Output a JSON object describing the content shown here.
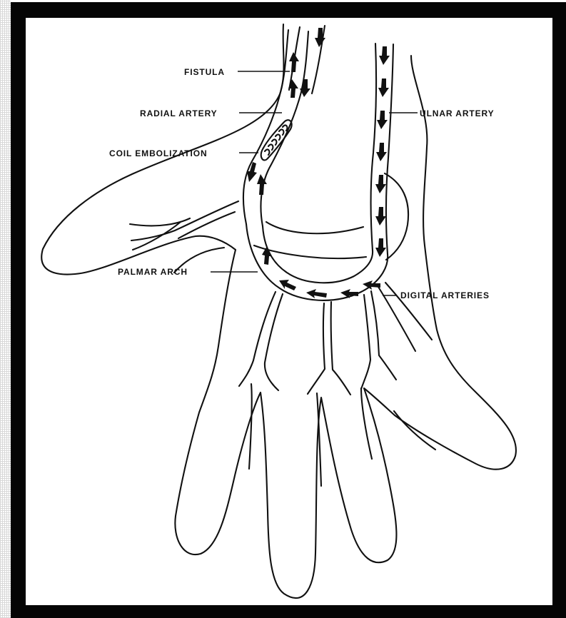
{
  "labels": {
    "fistula": "FISTULA",
    "radial_artery": "RADIAL ARTERY",
    "coil_embolization": "COIL EMBOLIZATION",
    "ulnar_artery": "ULNAR ARTERY",
    "palmar_arch": "PALMAR ARCH",
    "digital_arteries": "DIGITAL ARTERIES"
  },
  "colors": {
    "ink": "#111111",
    "frame": "#050505",
    "background": "#ffffff"
  }
}
